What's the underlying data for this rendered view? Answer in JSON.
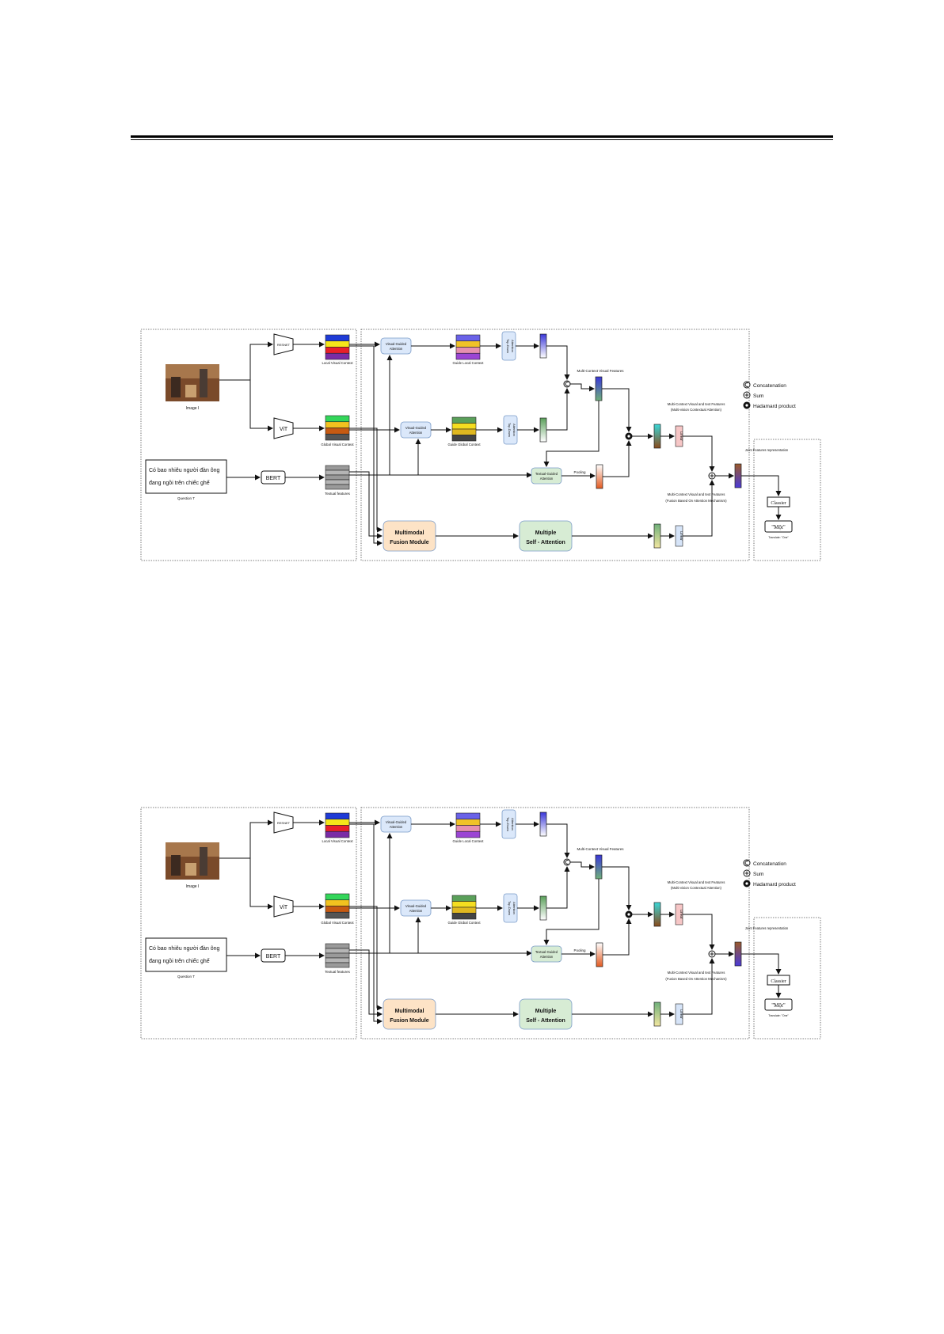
{
  "figure": {
    "image_label": "Image I",
    "resnet_label": "RESNET",
    "vit_label": "ViT",
    "bert_label": "BERT",
    "question_line1": "Có bao nhiêu người đàn ông",
    "question_line2": "đang ngồi trên chiếc ghế",
    "question_label": "Question T",
    "local_context_label": "Local Visual Context",
    "global_context_label": "Global Visual Context",
    "textual_features_label": "Textual features",
    "vga_label_1": "Visual-Guided",
    "vga_label_2": "Attention",
    "guide_local_label": "Guide Local Context",
    "guide_global_label": "Guide Global Context",
    "tda_label_1": "Top-Down",
    "tda_label_2": "Attention",
    "tga_label_1": "Textual-Guided",
    "tga_label_2": "Attention",
    "pooling_label": "Pooling",
    "mcvf_label": "Multi-Context Visual Features",
    "mcvt1_label_1": "Multi-Context Visual and text Features",
    "mcvt1_label_2": "(Multi-vision Contextual Attention)",
    "mcvt2_label_1": "Multi-Context Visual and text Features",
    "mcvt2_label_2": "(Fusion Based On Attention Mechanism)",
    "mfm_label_1": "Multimodal",
    "mfm_label_2": "Fusion Module",
    "msa_label_1": "Multiple",
    "msa_label_2": "Self - Attention",
    "linear_label": "Linear",
    "legend_concat": "Concatenation",
    "legend_sum": "Sum",
    "legend_hadamard": "Hadamard product",
    "joint_label": "Joint Features representation",
    "classier_label": "Classier",
    "answer_label": "\"Một\"",
    "answer_caption": "Translate: \"One\""
  },
  "colors": {
    "local_stripes": [
      "#1f3bd6",
      "#f5e61a",
      "#e8202a",
      "#7a2ca6"
    ],
    "global_stripes": [
      "#33d65a",
      "#f2c21f",
      "#c65a12",
      "#555555"
    ],
    "guide_local_stripes": [
      "#6a62e8",
      "#f0c228",
      "#e68fb0",
      "#9b45d4"
    ],
    "guide_global_stripes": [
      "#5aa05a",
      "#f5dd20",
      "#e0b820",
      "#444444"
    ],
    "textual_stripes": [
      "#9a9a9a",
      "#b5b5b5",
      "#9a9a9a",
      "#b5b5b5",
      "#9a9a9a"
    ],
    "attention_box": "#dbe8fa",
    "fusion_box": "#fde3c6",
    "self_attn_box": "#d7ecd4",
    "tga_box": "#d7ecd4"
  }
}
